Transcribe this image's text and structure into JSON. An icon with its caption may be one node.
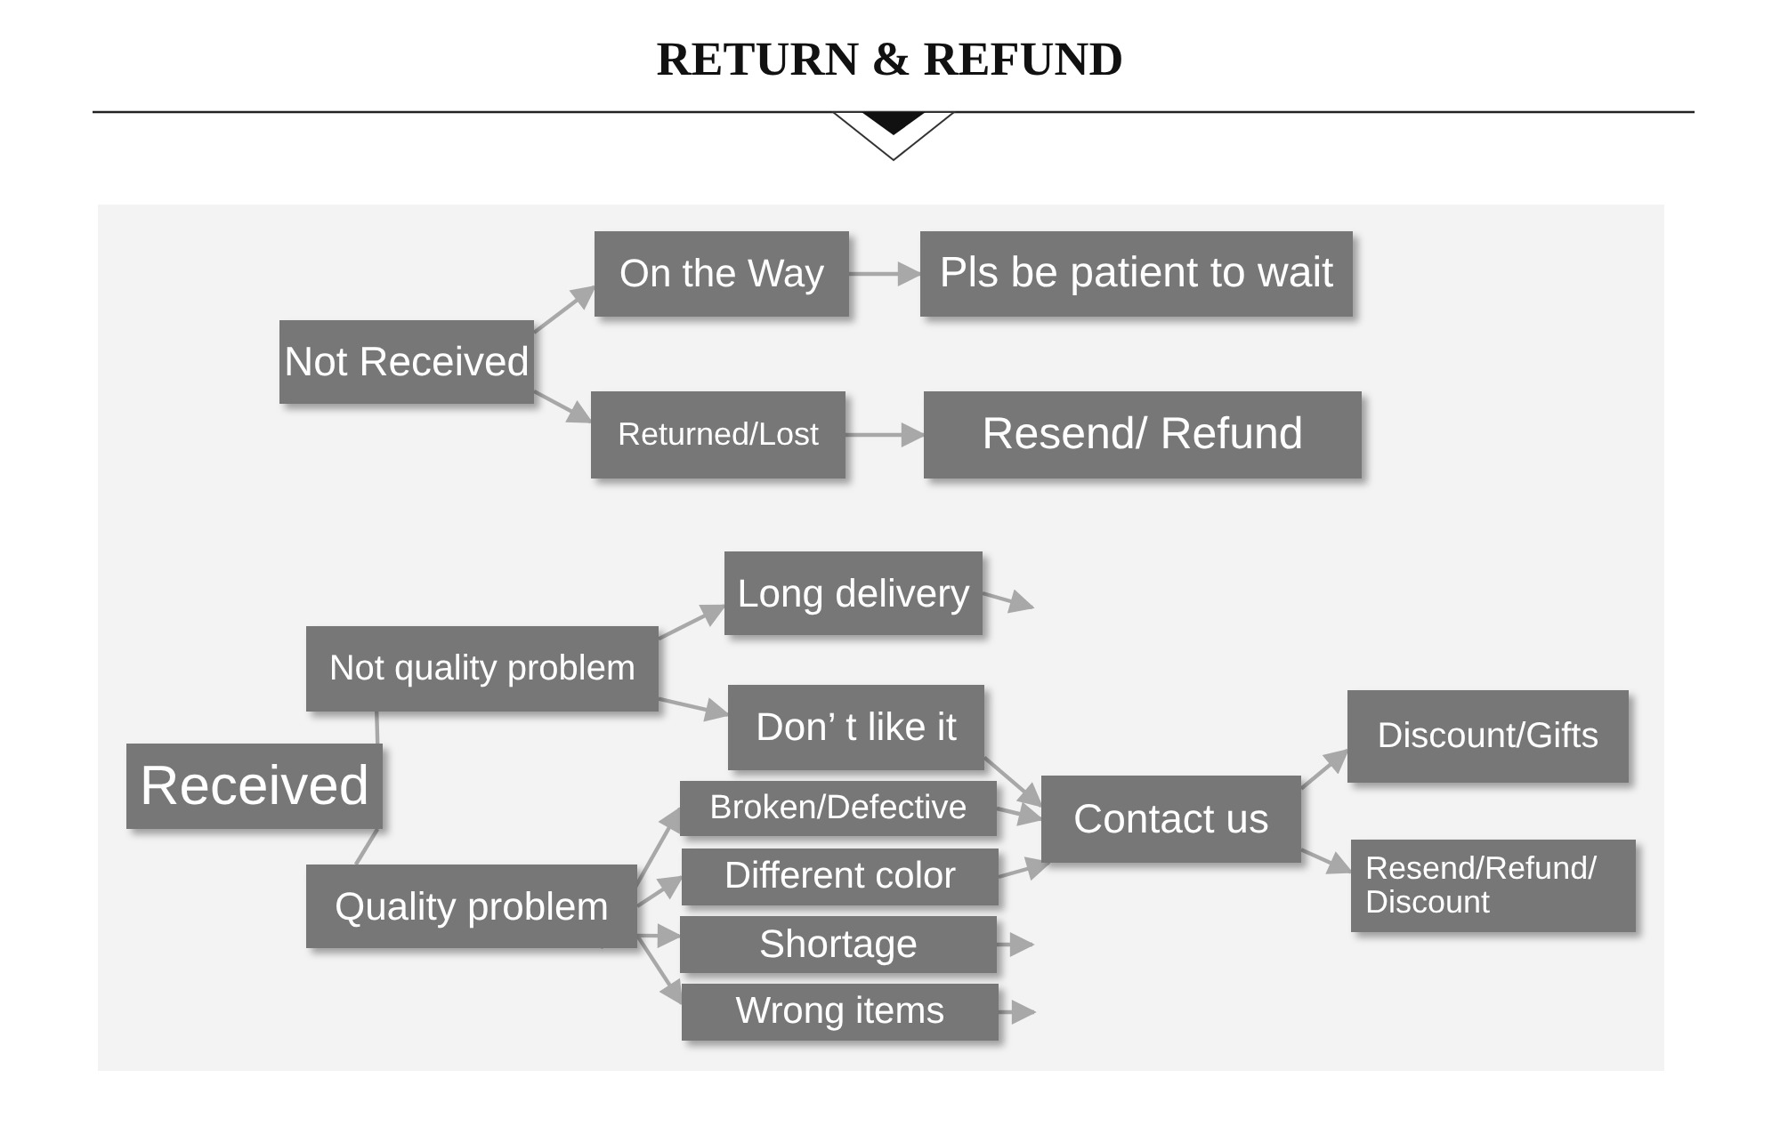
{
  "diagram": {
    "title": "RETURN & REFUND",
    "nodes": [
      {
        "text": [
          "Not Received"
        ]
      },
      {
        "text": [
          "On the Way"
        ]
      },
      {
        "text": [
          "Pls be patient to wait"
        ]
      },
      {
        "text": [
          "Returned/Lost"
        ]
      },
      {
        "text": [
          "Resend/ Refund"
        ]
      },
      {
        "text": [
          "Received"
        ]
      },
      {
        "text": [
          "Not quality problem"
        ]
      },
      {
        "text": [
          "Quality problem"
        ]
      },
      {
        "text": [
          "Long delivery"
        ]
      },
      {
        "text": [
          "Don’ t like it"
        ]
      },
      {
        "text": [
          "Broken/Defective"
        ]
      },
      {
        "text": [
          "Different color"
        ]
      },
      {
        "text": [
          "Shortage"
        ]
      },
      {
        "text": [
          "Wrong items"
        ]
      },
      {
        "text": [
          "Contact us"
        ]
      },
      {
        "text": [
          "Discount/Gifts"
        ]
      },
      {
        "text": [
          "Resend/Refund/ Discount"
        ]
      }
    ],
    "edges": [
      {
        "from": 0,
        "to": 1,
        "arrow": "to"
      },
      {
        "from": 0,
        "to": 3,
        "arrow": "to"
      },
      {
        "from": 1,
        "to": 2,
        "arrow": "to"
      },
      {
        "from": 3,
        "to": 4,
        "arrow": "to"
      },
      {
        "from": 5,
        "to": 6,
        "arrow": "none"
      },
      {
        "from": 5,
        "to": 7,
        "arrow": "none"
      },
      {
        "from": 6,
        "to": 8,
        "arrow": "to"
      },
      {
        "from": 6,
        "to": 9,
        "arrow": "to"
      },
      {
        "from": 7,
        "to": 10,
        "arrow": "to"
      },
      {
        "from": 7,
        "to": 11,
        "arrow": "to"
      },
      {
        "from": 7,
        "to": 12,
        "arrow": "to"
      },
      {
        "from": 7,
        "to": 13,
        "arrow": "to"
      },
      {
        "from": 8,
        "to": null,
        "arrow": "to"
      },
      {
        "from": 9,
        "to": 14,
        "arrow": "to"
      },
      {
        "from": 10,
        "to": 14,
        "arrow": "to"
      },
      {
        "from": 11,
        "to": 14,
        "arrow": "to"
      },
      {
        "from": 12,
        "to": null,
        "arrow": "to"
      },
      {
        "from": 13,
        "to": null,
        "arrow": "to"
      },
      {
        "from": 14,
        "to": 15,
        "arrow": "to"
      },
      {
        "from": 14,
        "to": 16,
        "arrow": "to"
      }
    ]
  }
}
